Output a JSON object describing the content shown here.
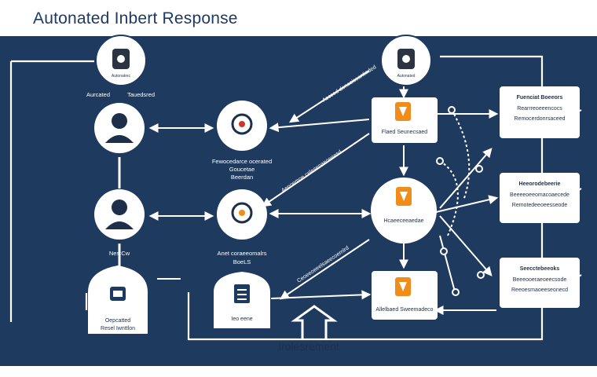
{
  "title": "Autonated Inbert Response",
  "colors": {
    "panel": "#1f3a5f",
    "accent": "#f08c1a",
    "node_fill": "#ffffff",
    "line": "#ffffff",
    "text_dark": "#1d2f4a",
    "text_light": "#ffffff"
  },
  "labels": {
    "left_top": "Aurcated",
    "left_top2": "Tauedsred",
    "center_mid_line1": "Fewocedarce ocerated",
    "center_mid_line2": "Goucetae",
    "center_mid_line3": "Beerdan",
    "left_bottom": "Nes:Cw",
    "center_bottom_line1": "Anet coraeeomalrs",
    "center_bottom_line2": "BoeLS",
    "bottom_left_line1": "Oepcatted",
    "bottom_left_line2": "Resel   Iwnttlon",
    "bottom_center_box": "Ieo eene",
    "right_top_box": "Flaed Seunecsaed",
    "right_mid_box": "Hcaeeceeaedae",
    "right_bottom_box": "Allelbaed Sweemadeco",
    "loop_label": "Irolesrement",
    "top_left_cam": "Autonatrec",
    "top_right_cam": "Autonated"
  },
  "arrow_labels": {
    "upper": "Ascoed denaciceantiaded",
    "middle": "Aenoemoe celesenaeoeeesd",
    "lower": "Ceoeeoeeelsaeecoemlrd"
  },
  "cards": [
    {
      "title": "Fuenciat Boeeors",
      "line1": "Rearrreoeeencocs",
      "line2": "Remocerdonrsaceed"
    },
    {
      "title": "Heeorodebeerie",
      "line1": "Beeeeoeeomacoaecede",
      "line2": "Remotedeeoeesseode"
    },
    {
      "title": "Seecctebeeoks",
      "line1": "Beeeooeraeoeecsode",
      "line2": "Reeoesmaoeeseonecd"
    }
  ],
  "icons": [
    "camera-icon",
    "person-icon",
    "shield-icon",
    "ticket-icon",
    "server-icon",
    "alert-icon"
  ]
}
